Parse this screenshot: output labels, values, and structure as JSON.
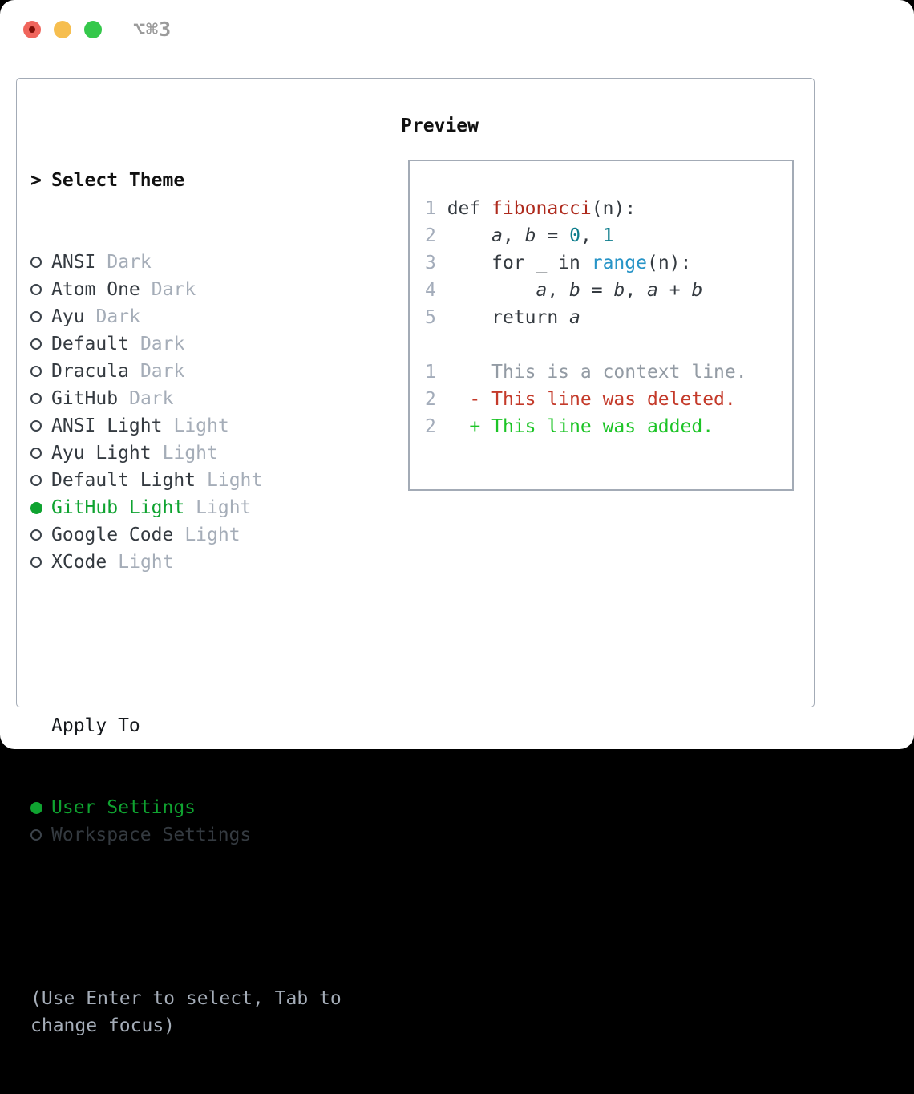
{
  "window": {
    "title": "⌥⌘3",
    "traffic_lights": {
      "close": "close",
      "minimize": "minimize",
      "zoom": "zoom"
    }
  },
  "theme_list": {
    "prompt": ">",
    "header": "Select Theme",
    "items": [
      {
        "label": "ANSI",
        "tag": "Dark",
        "selected": false
      },
      {
        "label": "Atom One",
        "tag": "Dark",
        "selected": false
      },
      {
        "label": "Ayu",
        "tag": "Dark",
        "selected": false
      },
      {
        "label": "Default",
        "tag": "Dark",
        "selected": false
      },
      {
        "label": "Dracula",
        "tag": "Dark",
        "selected": false
      },
      {
        "label": "GitHub",
        "tag": "Dark",
        "selected": false
      },
      {
        "label": "ANSI Light",
        "tag": "Light",
        "selected": false
      },
      {
        "label": "Ayu Light",
        "tag": "Light",
        "selected": false
      },
      {
        "label": "Default Light",
        "tag": "Light",
        "selected": false
      },
      {
        "label": "GitHub Light",
        "tag": "Light",
        "selected": true
      },
      {
        "label": "Google Code",
        "tag": "Light",
        "selected": false
      },
      {
        "label": "XCode",
        "tag": "Light",
        "selected": false
      }
    ]
  },
  "apply_to": {
    "header": "Apply To",
    "options": [
      {
        "label": "User Settings",
        "selected": true
      },
      {
        "label": "Workspace Settings",
        "selected": false
      }
    ]
  },
  "hint": "(Use Enter to select, Tab to\nchange focus)",
  "preview": {
    "header": "Preview",
    "code_lines": [
      [
        {
          "t": "1 ",
          "c": "ln"
        },
        {
          "t": "def ",
          "c": "fg"
        },
        {
          "t": "fibonacci",
          "c": "func"
        },
        {
          "t": "(n):",
          "c": "fg"
        }
      ],
      [
        {
          "t": "2",
          "c": "ln"
        },
        {
          "t": "     ",
          "c": "fg"
        },
        {
          "t": "a",
          "c": "var"
        },
        {
          "t": ", ",
          "c": "fg"
        },
        {
          "t": "b",
          "c": "var"
        },
        {
          "t": " = ",
          "c": "fg"
        },
        {
          "t": "0",
          "c": "num"
        },
        {
          "t": ", ",
          "c": "fg"
        },
        {
          "t": "1",
          "c": "num"
        }
      ],
      [
        {
          "t": "3",
          "c": "ln"
        },
        {
          "t": "     for _ in ",
          "c": "fg"
        },
        {
          "t": "range",
          "c": "call"
        },
        {
          "t": "(n):",
          "c": "fg"
        }
      ],
      [
        {
          "t": "4",
          "c": "ln"
        },
        {
          "t": "         ",
          "c": "fg"
        },
        {
          "t": "a",
          "c": "var"
        },
        {
          "t": ", ",
          "c": "fg"
        },
        {
          "t": "b",
          "c": "var"
        },
        {
          "t": " = ",
          "c": "fg"
        },
        {
          "t": "b",
          "c": "var"
        },
        {
          "t": ", ",
          "c": "fg"
        },
        {
          "t": "a",
          "c": "var"
        },
        {
          "t": " + ",
          "c": "fg"
        },
        {
          "t": "b",
          "c": "var"
        }
      ],
      [
        {
          "t": "5",
          "c": "ln"
        },
        {
          "t": "     return ",
          "c": "fg"
        },
        {
          "t": "a",
          "c": "var"
        }
      ],
      [],
      [
        {
          "t": "1",
          "c": "ln"
        },
        {
          "t": "     This is a context line.",
          "c": "ctx"
        }
      ],
      [
        {
          "t": "2",
          "c": "ln"
        },
        {
          "t": "   ",
          "c": "fg"
        },
        {
          "t": "- This line was deleted.",
          "c": "del"
        }
      ],
      [
        {
          "t": "2",
          "c": "ln"
        },
        {
          "t": "   ",
          "c": "fg"
        },
        {
          "t": "+ This line was added.",
          "c": "add"
        }
      ]
    ]
  },
  "colors": {
    "page_bg": "#000000",
    "window_bg": "#ffffff",
    "panel_border": "#a3abb6",
    "titlebar_text": "#9b9b9b",
    "traffic_red": "#f0655c",
    "traffic_red_dot": "#7e0d05",
    "traffic_yellow": "#f6be4f",
    "traffic_green": "#35c84b",
    "text_heading": "#111111",
    "text_primary": "#343a40",
    "text_muted": "#a5adb8",
    "line_number": "#a3acba",
    "selection_green": "#0fa330",
    "diff_added_green": "#1cc426",
    "diff_deleted_red": "#c43a2a",
    "context_gray": "#939ba4",
    "func_red": "#ae2a1d",
    "call_blue": "#2794c7",
    "number_teal": "#0d7d8c"
  }
}
